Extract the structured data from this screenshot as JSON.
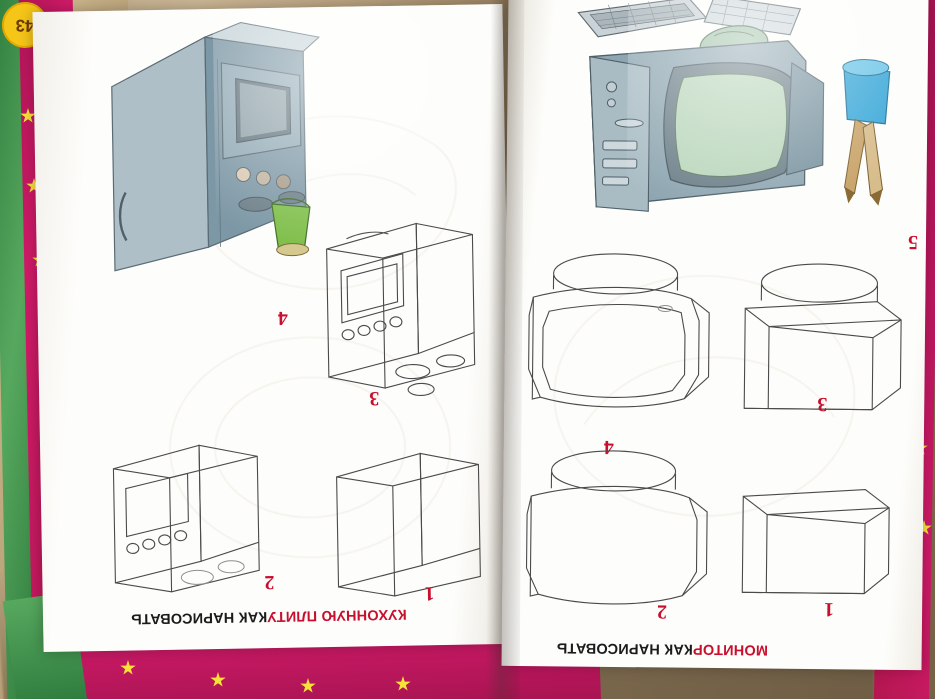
{
  "scene": {
    "description": "Open Russian children's step-by-step drawing book photographed upside down on a wooden table with cardboard underneath",
    "page_number": "43"
  },
  "colors": {
    "accent_red": "#c8102e",
    "border_pink": "#c2155e",
    "border_green": "#2f7d3e",
    "badge_yellow": "#f5c518",
    "pencil_line": "#4a4a4a",
    "paper": "#fdfdfb",
    "appliance_blue_grey": "#9bb3bf",
    "monitor_screen_green": "#b9d6bb",
    "kettle_green": "#7fbf4a",
    "marker_blue": "#3aa8d8"
  },
  "left_page": {
    "title_plain": "КАК НАРИСОВАТЬ ",
    "title_accent": "КУХОННУЮ ПЛИТУ",
    "title_full": "КАК НАРИСОВАТЬ КУХОННУЮ ПЛИТУ",
    "steps": [
      {
        "number": "1",
        "caption": "box outline"
      },
      {
        "number": "2",
        "caption": "oven door and burners"
      },
      {
        "number": "3",
        "caption": "detailed stove line art"
      },
      {
        "number": "4",
        "caption": "finished colored stove with kettle"
      }
    ]
  },
  "right_page": {
    "title_plain": "КАК НАРИСОВАТЬ ",
    "title_accent": "МОНИТОР",
    "title_full": "КАК НАРИСОВАТЬ МОНИТОР",
    "steps": [
      {
        "number": "1",
        "caption": "box outline"
      },
      {
        "number": "2",
        "caption": "rounded screen front"
      },
      {
        "number": "3",
        "caption": "base ellipse added"
      },
      {
        "number": "4",
        "caption": "monitor body refined"
      },
      {
        "number": "5",
        "caption": "finished colored monitor with keyboard, mouse and pencil cup"
      }
    ]
  },
  "page_badge": {
    "label": "43"
  }
}
